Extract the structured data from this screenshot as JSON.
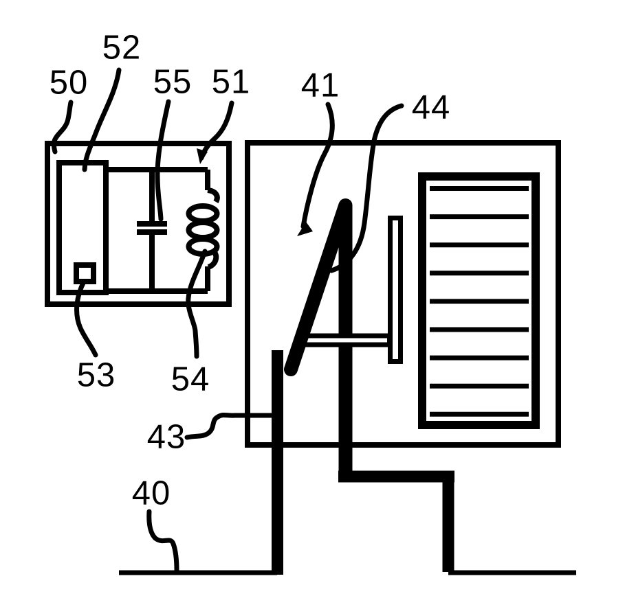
{
  "figure": {
    "kind": "patent-style technical line drawing",
    "ink_color": "#000000",
    "background_color": "#ffffff"
  },
  "labels": {
    "ref40": "40",
    "ref41": "41",
    "ref43": "43",
    "ref44": "44",
    "ref50": "50",
    "ref51": "51",
    "ref52": "52",
    "ref53": "53",
    "ref54": "54",
    "ref55": "55"
  }
}
